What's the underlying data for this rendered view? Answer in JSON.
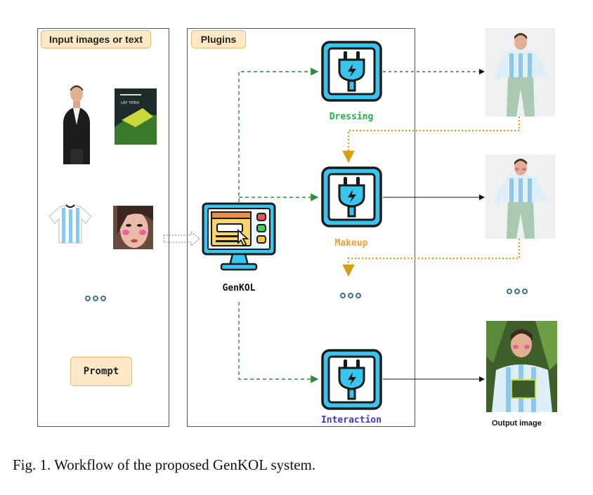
{
  "panels": {
    "input_title": "Input images or text",
    "plugins_title": "Plugins"
  },
  "inputs": {
    "prompt_label": "Prompt",
    "book_text": "LẬP TRÌNH"
  },
  "center": {
    "genkol_label": "GenKOL"
  },
  "plugins": [
    {
      "label": "Dressing",
      "color": "#22b14c"
    },
    {
      "label": "Makeup",
      "color": "#f0a030"
    },
    {
      "label": "Interaction",
      "color": "#3a3ad0"
    }
  ],
  "output": {
    "label": "Output image"
  },
  "caption": {
    "text": "Fig. 1.   Workflow of the proposed GenKOL system."
  },
  "colors": {
    "green_arrow": "#2e8b3d",
    "gold_arrow": "#d4a017",
    "plug_cyan": "#38c6f0",
    "plug_dark": "#1a1a1a"
  },
  "icons": [
    "plug-icon",
    "monitor-icon",
    "person-photo",
    "book-cover",
    "jersey-photo",
    "face-photo"
  ]
}
